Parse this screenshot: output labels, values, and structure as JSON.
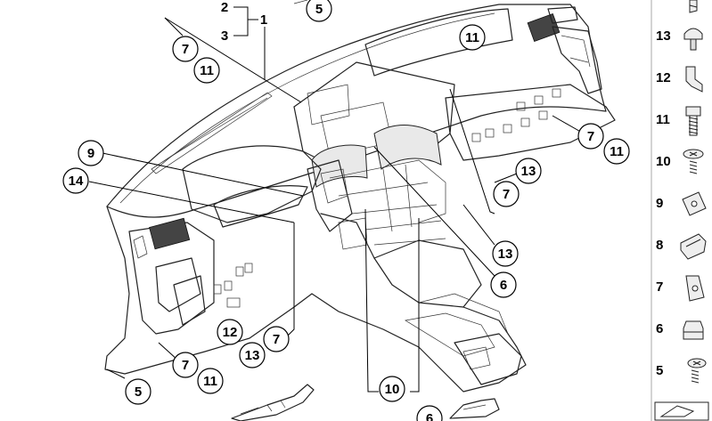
{
  "callouts": [
    {
      "id": "c2",
      "label": "2"
    },
    {
      "id": "c3",
      "label": "3"
    },
    {
      "id": "c1",
      "label": "1"
    },
    {
      "id": "c5top",
      "label": "5"
    },
    {
      "id": "c7a",
      "label": "7"
    },
    {
      "id": "c11a",
      "label": "11"
    },
    {
      "id": "c11b",
      "label": "11"
    },
    {
      "id": "c9",
      "label": "9"
    },
    {
      "id": "c14",
      "label": "14"
    },
    {
      "id": "c7b",
      "label": "7"
    },
    {
      "id": "c11c",
      "label": "11"
    },
    {
      "id": "c13a",
      "label": "13"
    },
    {
      "id": "c7c",
      "label": "7"
    },
    {
      "id": "c13b",
      "label": "13"
    },
    {
      "id": "c6a",
      "label": "6"
    },
    {
      "id": "c12",
      "label": "12"
    },
    {
      "id": "c13c",
      "label": "13"
    },
    {
      "id": "c7d",
      "label": "7"
    },
    {
      "id": "c7e",
      "label": "7"
    },
    {
      "id": "c11d",
      "label": "11"
    },
    {
      "id": "c5b",
      "label": "5"
    },
    {
      "id": "c10",
      "label": "10"
    },
    {
      "id": "c6b",
      "label": "6"
    }
  ],
  "legend": [
    {
      "label": "13",
      "icon": "cap-screw-icon"
    },
    {
      "label": "12",
      "icon": "bracket-clip-icon"
    },
    {
      "label": "11",
      "icon": "hex-bolt-icon"
    },
    {
      "label": "10",
      "icon": "washer-screw-icon"
    },
    {
      "label": "9",
      "icon": "sheet-nut-icon"
    },
    {
      "label": "8",
      "icon": "spring-clip-icon"
    },
    {
      "label": "7",
      "icon": "clip-nut-icon"
    },
    {
      "label": "6",
      "icon": "expansion-nut-icon"
    },
    {
      "label": "5",
      "icon": "screw-icon"
    }
  ]
}
